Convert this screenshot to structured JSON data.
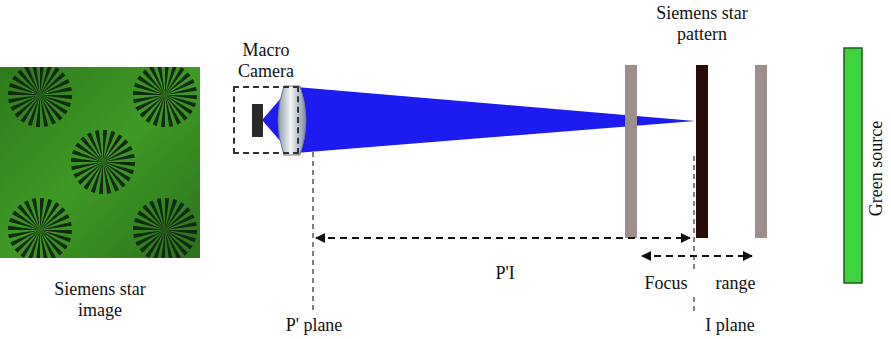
{
  "diagram": {
    "nodes": [
      {
        "text": [
          "Macro Camera"
        ]
      }
    ],
    "labels": [
      "Siemens star pattern",
      "Green source",
      "Siemens star image",
      "P'I",
      "Focus range",
      "P' plane",
      "I plane"
    ]
  }
}
